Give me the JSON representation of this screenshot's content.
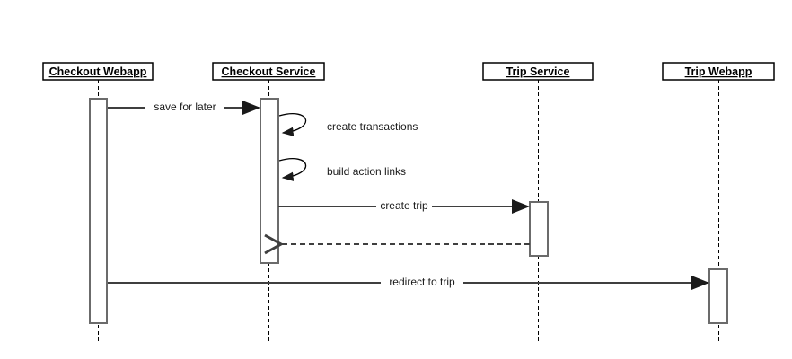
{
  "diagram": {
    "type": "uml-sequence-diagram",
    "participants": [
      {
        "name": "Checkout Webapp"
      },
      {
        "name": "Checkout Service"
      },
      {
        "name": "Trip Service"
      },
      {
        "name": "Trip Webapp"
      }
    ],
    "messages": [
      {
        "label": "save for later",
        "from": "Checkout Webapp",
        "to": "Checkout Service",
        "style": "solid-filled-arrow"
      },
      {
        "label": "create transactions",
        "from": "Checkout Service",
        "to": "Checkout Service",
        "style": "self-loop"
      },
      {
        "label": "build action links",
        "from": "Checkout Service",
        "to": "Checkout Service",
        "style": "self-loop"
      },
      {
        "label": "create trip",
        "from": "Checkout Service",
        "to": "Trip Service",
        "style": "solid-filled-arrow"
      },
      {
        "label": "",
        "from": "Trip Service",
        "to": "Checkout Service",
        "style": "dashed-open-arrow-return"
      },
      {
        "label": "redirect to trip",
        "from": "Checkout Webapp",
        "to": "Trip Webapp",
        "style": "solid-filled-arrow"
      }
    ],
    "colors": {
      "background": "#ffffff",
      "message_line": "#3f3f3f",
      "lifeline": "#000000",
      "participant_border": "#000000",
      "activation_border": "#6b6b6b",
      "text": "#000000"
    }
  }
}
